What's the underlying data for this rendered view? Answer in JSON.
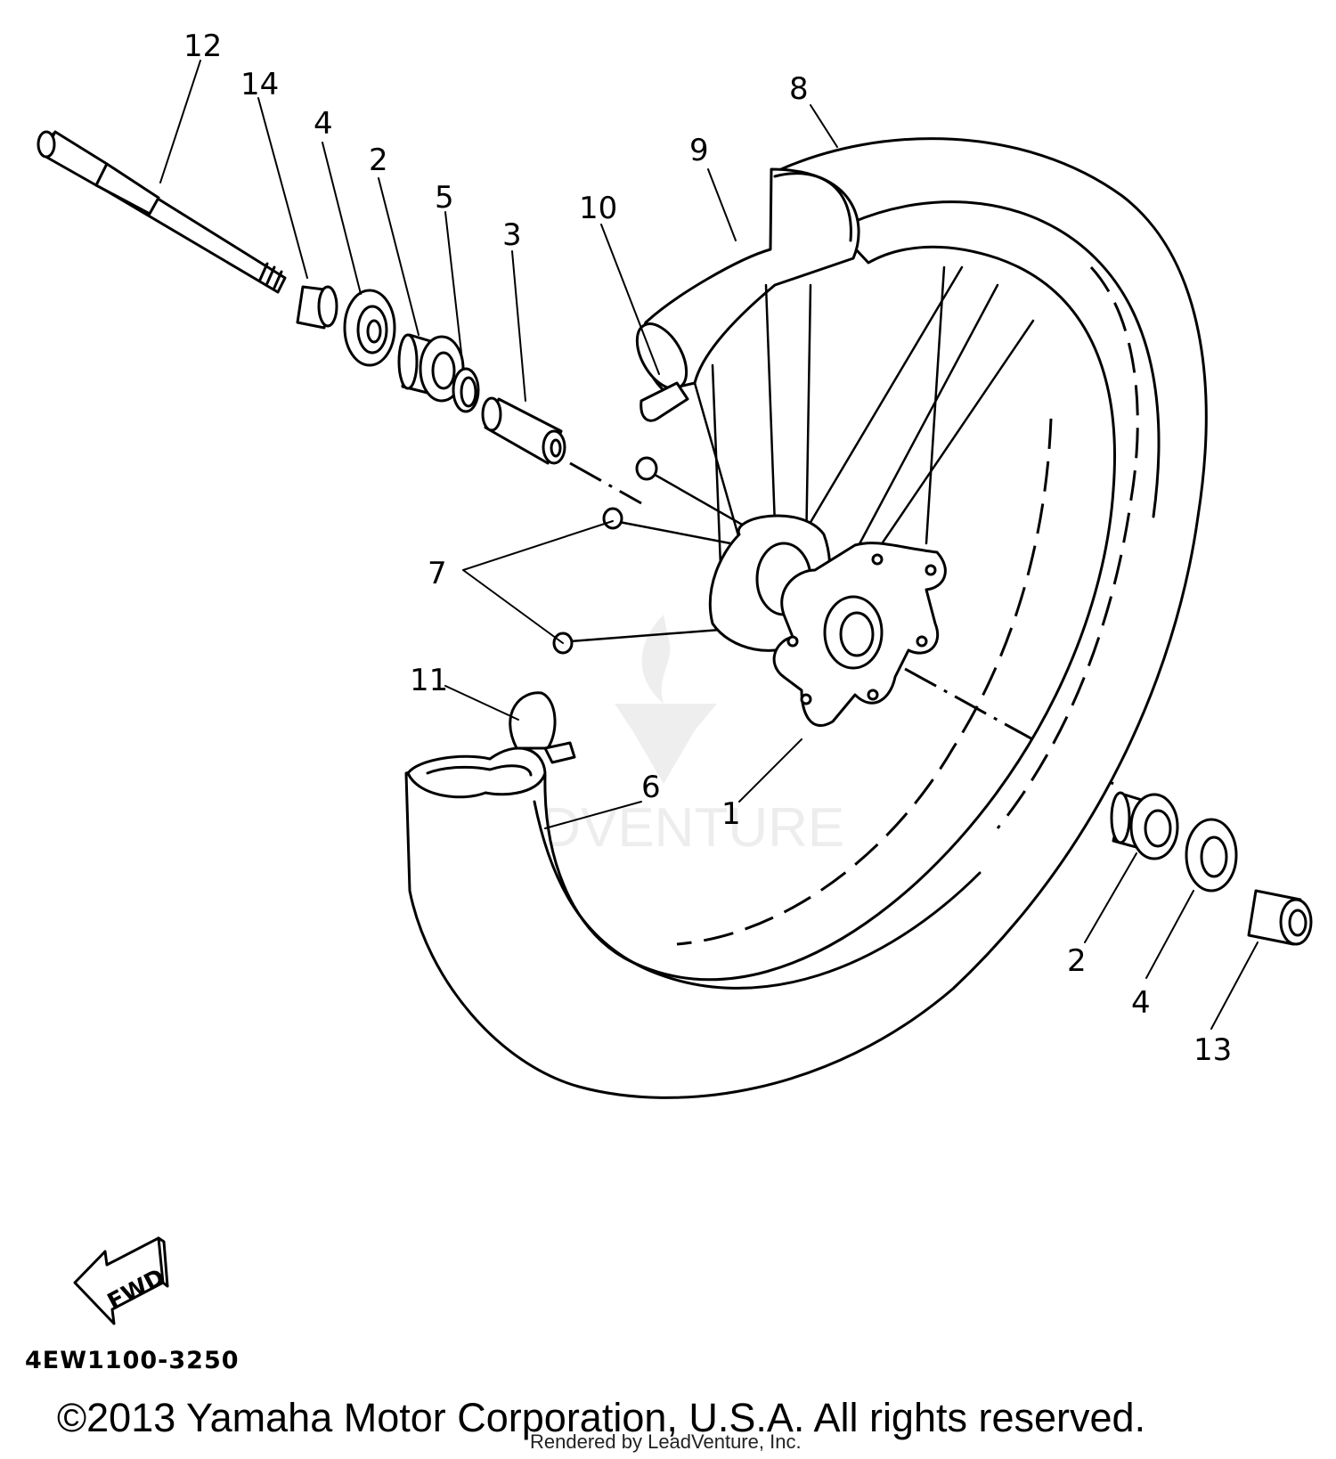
{
  "diagram": {
    "callouts": {
      "c1": "1",
      "c2a": "2",
      "c2b": "2",
      "c3": "3",
      "c4a": "4",
      "c4b": "4",
      "c5": "5",
      "c6": "6",
      "c7": "7",
      "c8": "8",
      "c9": "9",
      "c10": "10",
      "c11": "11",
      "c12": "12",
      "c13": "13",
      "c14": "14"
    },
    "fwd_label": "FWD",
    "diagram_code": "4EW1100-3250",
    "watermark_text": "LEADVENTURE"
  },
  "footer": {
    "copyright": "©2013 Yamaha Motor Corporation, U.S.A. All rights reserved.",
    "rendered_by": "Rendered by LeadVenture, Inc."
  }
}
